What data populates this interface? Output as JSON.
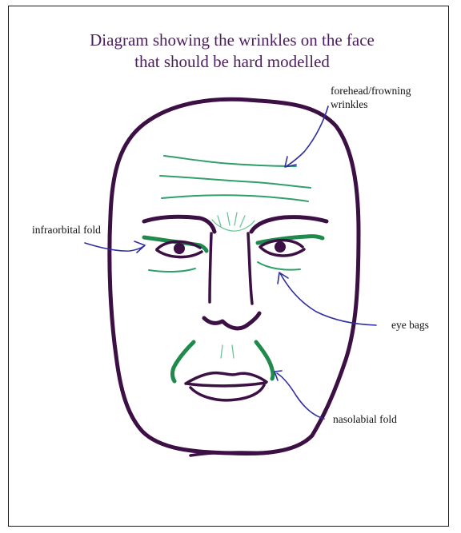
{
  "title": {
    "line1": "Diagram showing the wrinkles on the face",
    "line2": "that should be hard modelled"
  },
  "labels": {
    "forehead_line1": "forehead/frowning",
    "forehead_line2": "wrinkles",
    "infraorbital": "infraorbital fold",
    "eye_bags": "eye bags",
    "nasolabial": "nasolabial fold"
  },
  "colors": {
    "face_outline": "#3c0f45",
    "wrinkle": "#2fa06a",
    "pointer": "#2e2ea0",
    "title": "#4b1d5e"
  }
}
